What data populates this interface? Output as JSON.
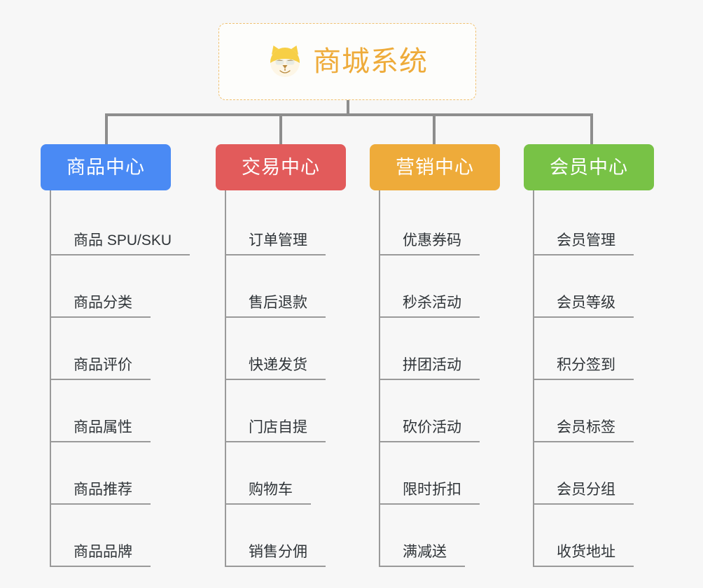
{
  "page": {
    "background_color": "#f7f7f7",
    "line_color": "#8d8d8d"
  },
  "root": {
    "title": "商城系统",
    "icon": "shiba-inu-icon",
    "text_color": "#eeab3a",
    "border_color": "#f0c070"
  },
  "columns": [
    {
      "title": "商品中心",
      "color": "#4a8af4",
      "items": [
        "商品 SPU/SKU",
        "商品分类",
        "商品评价",
        "商品属性",
        "商品推荐",
        "商品品牌"
      ]
    },
    {
      "title": "交易中心",
      "color": "#e25b5b",
      "items": [
        "订单管理",
        "售后退款",
        "快递发货",
        "门店自提",
        "购物车",
        "销售分佣"
      ]
    },
    {
      "title": "营销中心",
      "color": "#eeab3a",
      "items": [
        "优惠券码",
        "秒杀活动",
        "拼团活动",
        "砍价活动",
        "限时折扣",
        "满减送"
      ]
    },
    {
      "title": "会员中心",
      "color": "#78c246",
      "items": [
        "会员管理",
        "会员等级",
        "积分签到",
        "会员标签",
        "会员分组",
        "收货地址"
      ]
    }
  ]
}
